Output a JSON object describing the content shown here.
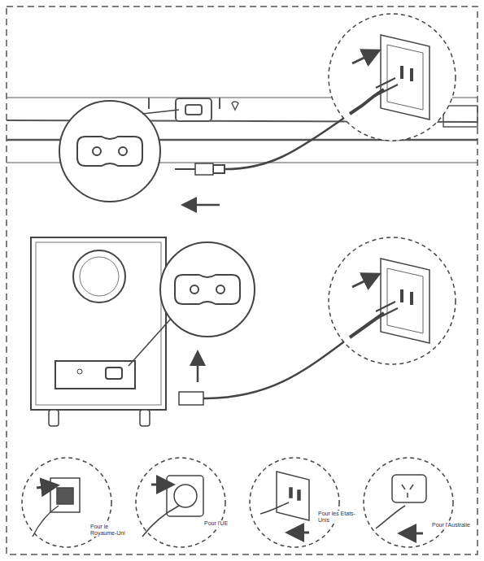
{
  "diagram": {
    "labels": [
      "Pour le Royaume-Uni",
      "Pour l'UE",
      "Pour les Etats-Unis",
      "Pour l'Australie"
    ]
  }
}
